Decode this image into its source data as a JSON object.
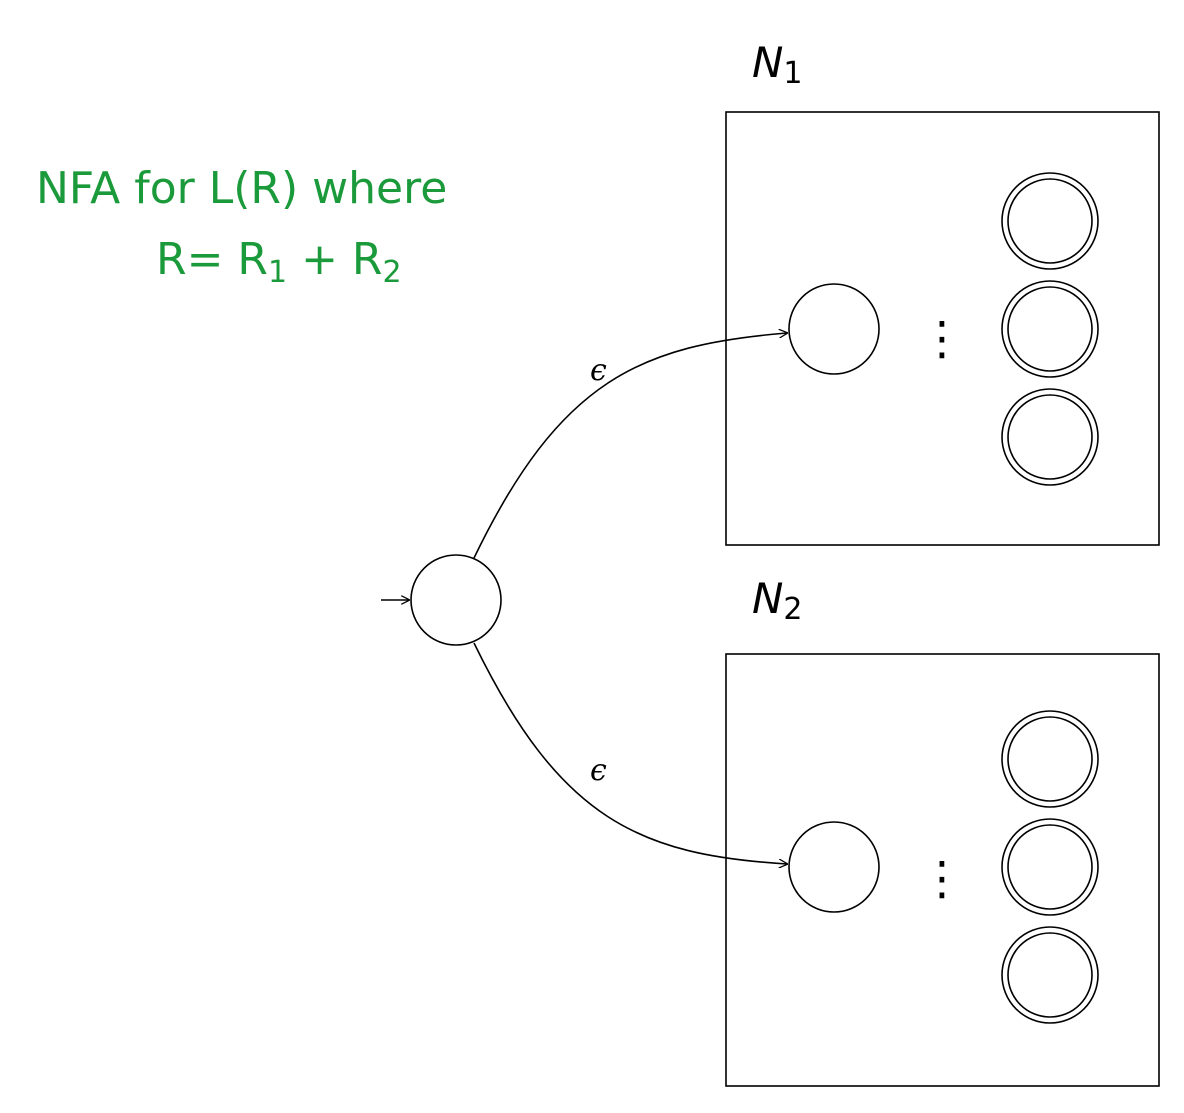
{
  "caption": {
    "line1": "NFA for L(R)  where",
    "line2_prefix": "R= R",
    "line2_sub1": "1",
    "line2_mid": "  + R",
    "line2_sub2": "2"
  },
  "machines": [
    {
      "label": "N",
      "subscript": "1"
    },
    {
      "label": "N",
      "subscript": "2"
    }
  ],
  "transitions": [
    {
      "from": "new-start",
      "to": "N1-start",
      "label": "ϵ"
    },
    {
      "from": "new-start",
      "to": "N2-start",
      "label": "ϵ"
    }
  ],
  "ellipsis": "⋮",
  "colors": {
    "caption": "#1a9a3a",
    "ink": "#000000"
  }
}
